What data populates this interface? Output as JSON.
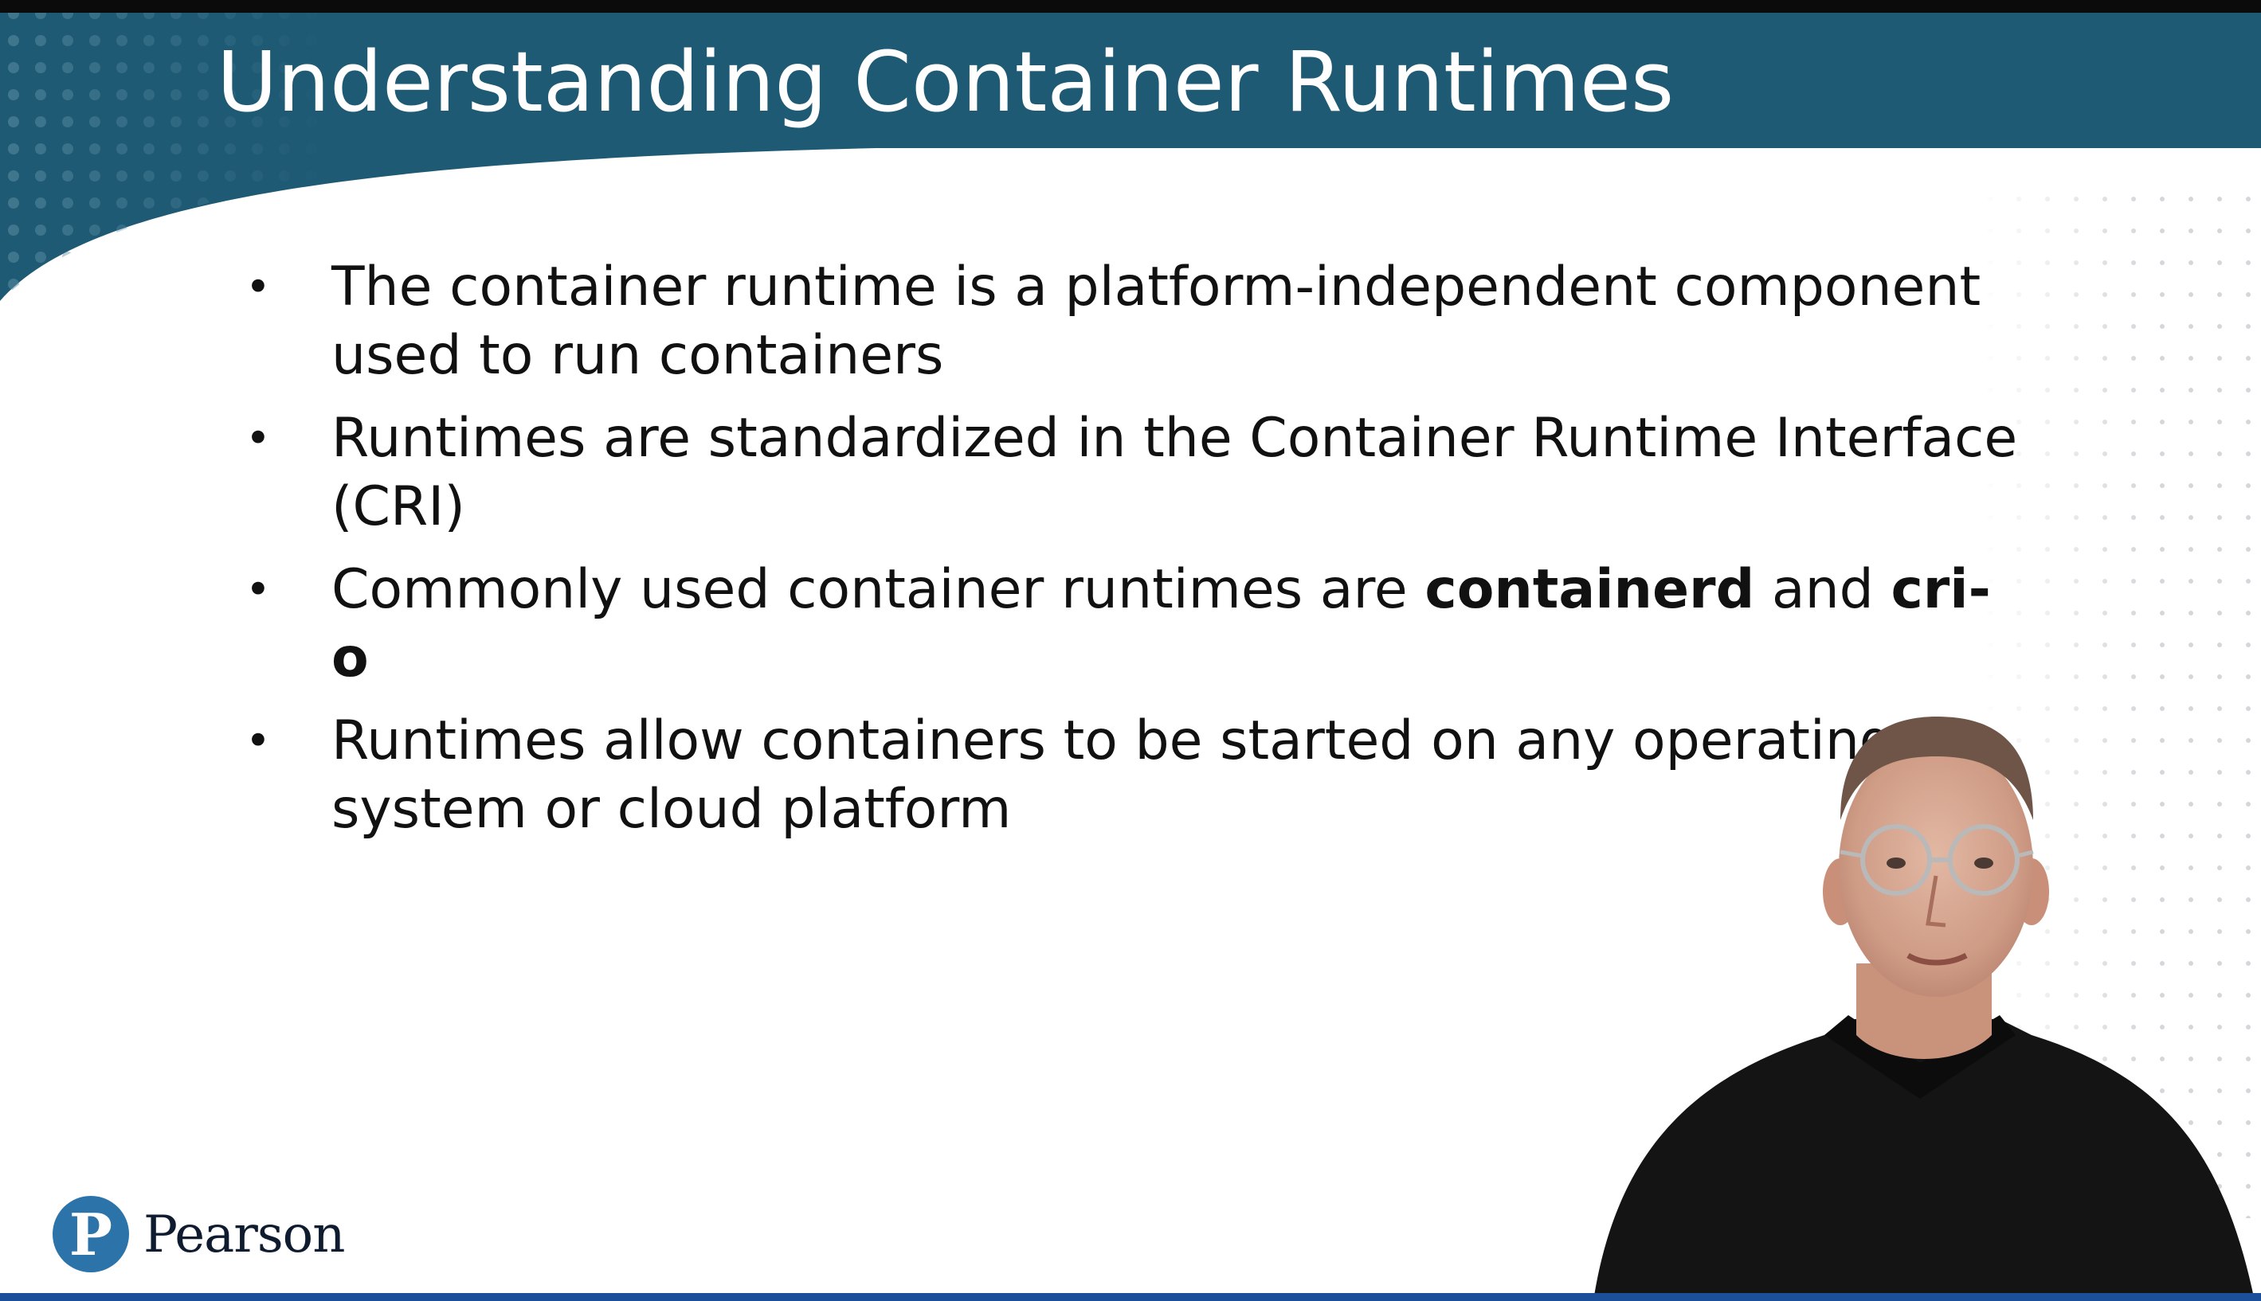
{
  "slide": {
    "title": "Understanding Container Runtimes",
    "bullets": [
      {
        "parts": [
          {
            "text": "The container runtime is a platform-independent component used to run containers",
            "bold": false
          }
        ]
      },
      {
        "parts": [
          {
            "text": "Runtimes are standardized in the Container Runtime Interface (CRI)",
            "bold": false
          }
        ]
      },
      {
        "parts": [
          {
            "text": "Commonly used container runtimes are ",
            "bold": false
          },
          {
            "text": "containerd",
            "bold": true
          },
          {
            "text": " and ",
            "bold": false
          },
          {
            "text": "cri-o",
            "bold": true
          }
        ]
      },
      {
        "parts": [
          {
            "text": "Runtimes allow containers to be started on any operating system or cloud platform",
            "bold": false
          }
        ]
      }
    ],
    "bullet_glyph": "•"
  },
  "brand": {
    "name": "Pearson",
    "logo_letter": "P",
    "logo_icon": "pearson-logo-icon"
  },
  "presenter": {
    "icon": "presenter-video-icon"
  },
  "colors": {
    "header_band": "#1f5a74",
    "header_band_dark": "#174a61",
    "title_text": "#ffffff",
    "body_text": "#111111",
    "logo_blue": "#2b73a8",
    "bottom_bar": "#1b4f9a"
  }
}
